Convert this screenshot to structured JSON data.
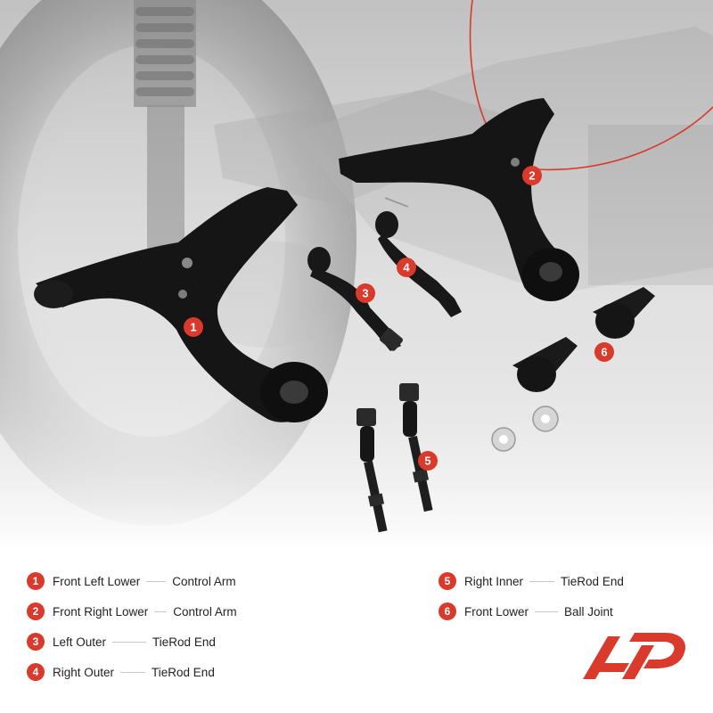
{
  "callouts": [
    {
      "num": "1",
      "position": "Front Left Lower",
      "part": "Control Arm"
    },
    {
      "num": "2",
      "position": "Front Right Lower",
      "part": "Control Arm"
    },
    {
      "num": "3",
      "position": "Left Outer",
      "part": "TieRod End"
    },
    {
      "num": "4",
      "position": "Right Outer",
      "part": "TieRod End"
    },
    {
      "num": "5",
      "position": "Right Inner",
      "part": "TieRod End"
    },
    {
      "num": "6",
      "position": "Front Lower",
      "part": "Ball Joint"
    }
  ],
  "colors": {
    "accent": "#d93a2b",
    "part": "#151515",
    "background": "#ffffff"
  },
  "logo": {
    "icon": "brand-logo-icon"
  }
}
